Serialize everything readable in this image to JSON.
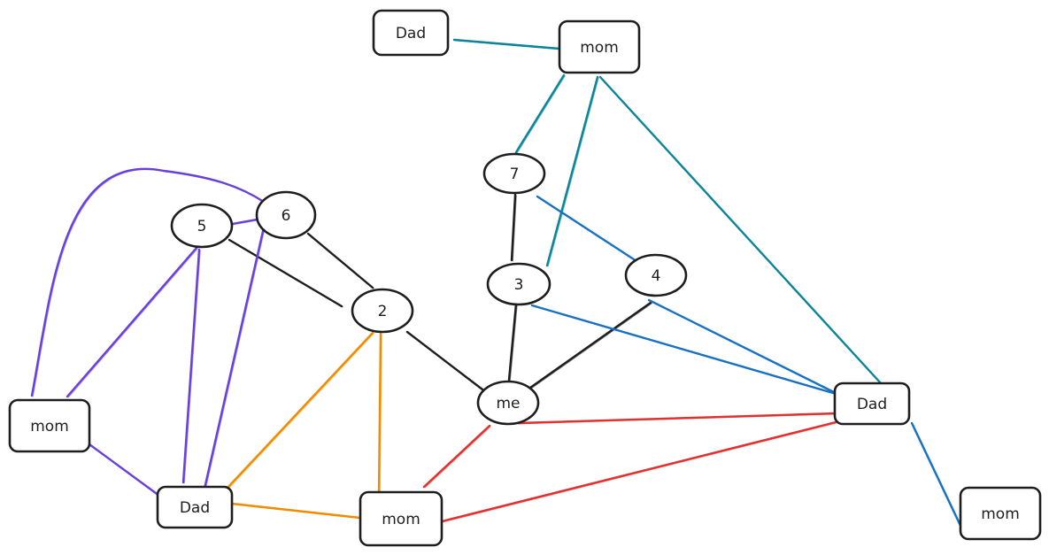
{
  "diagram": {
    "nodes": [
      {
        "id": "dad-top",
        "label": "Dad",
        "shape": "rect"
      },
      {
        "id": "mom-top",
        "label": "mom",
        "shape": "rect"
      },
      {
        "id": "n7",
        "label": "7",
        "shape": "ellipse"
      },
      {
        "id": "n5",
        "label": "5",
        "shape": "ellipse"
      },
      {
        "id": "n6",
        "label": "6",
        "shape": "ellipse"
      },
      {
        "id": "n2",
        "label": "2",
        "shape": "ellipse"
      },
      {
        "id": "n3",
        "label": "3",
        "shape": "ellipse"
      },
      {
        "id": "n4",
        "label": "4",
        "shape": "ellipse"
      },
      {
        "id": "me",
        "label": "me",
        "shape": "ellipse"
      },
      {
        "id": "dad-right",
        "label": "Dad",
        "shape": "rect"
      },
      {
        "id": "mom-left",
        "label": "mom",
        "shape": "rect"
      },
      {
        "id": "dad-bottom",
        "label": "Dad",
        "shape": "rect"
      },
      {
        "id": "mom-bottom",
        "label": "mom",
        "shape": "rect"
      },
      {
        "id": "mom-right",
        "label": "mom",
        "shape": "rect"
      }
    ],
    "edges": [
      {
        "from": "dad-top",
        "to": "mom-top",
        "color": "#0c8599"
      },
      {
        "from": "mom-top",
        "to": "n7",
        "color": "#0c8599"
      },
      {
        "from": "mom-top",
        "to": "n3",
        "color": "#0c8599"
      },
      {
        "from": "mom-top",
        "to": "dad-right",
        "color": "#0c8599"
      },
      {
        "from": "n7",
        "to": "n3",
        "color": "#1e1e1e"
      },
      {
        "from": "n7",
        "to": "n4",
        "color": "#1971c2"
      },
      {
        "from": "n3",
        "to": "me",
        "color": "#1e1e1e"
      },
      {
        "from": "n4",
        "to": "me",
        "color": "#1e1e1e"
      },
      {
        "from": "n3",
        "to": "dad-right",
        "color": "#1971c2"
      },
      {
        "from": "n4",
        "to": "dad-right",
        "color": "#1971c2"
      },
      {
        "from": "dad-right",
        "to": "mom-right",
        "color": "#1971c2"
      },
      {
        "from": "n5",
        "to": "n2",
        "color": "#1e1e1e"
      },
      {
        "from": "n6",
        "to": "n2",
        "color": "#1e1e1e"
      },
      {
        "from": "n2",
        "to": "me",
        "color": "#1e1e1e"
      },
      {
        "from": "n5",
        "to": "n6",
        "color": "#6741d9"
      },
      {
        "from": "mom-left",
        "to": "n6",
        "color": "#6741d9"
      },
      {
        "from": "mom-left",
        "to": "n5",
        "color": "#6741d9"
      },
      {
        "from": "mom-left",
        "to": "dad-bottom",
        "color": "#6741d9"
      },
      {
        "from": "dad-bottom",
        "to": "n5",
        "color": "#6741d9"
      },
      {
        "from": "dad-bottom",
        "to": "n6",
        "color": "#6741d9"
      },
      {
        "from": "n2",
        "to": "dad-bottom",
        "color": "#f08c00"
      },
      {
        "from": "n2",
        "to": "mom-bottom",
        "color": "#f08c00"
      },
      {
        "from": "dad-bottom",
        "to": "mom-bottom",
        "color": "#f08c00"
      },
      {
        "from": "me",
        "to": "mom-bottom",
        "color": "#e03131"
      },
      {
        "from": "me",
        "to": "dad-right",
        "color": "#e03131"
      },
      {
        "from": "mom-bottom",
        "to": "dad-right",
        "color": "#e03131"
      }
    ]
  }
}
